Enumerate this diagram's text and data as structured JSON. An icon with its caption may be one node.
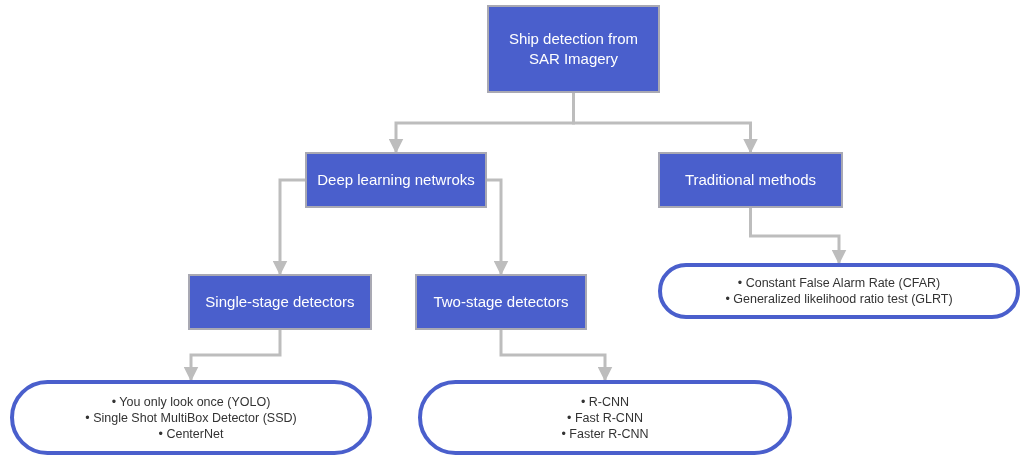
{
  "diagram": {
    "nodes": [
      {
        "text": [
          "Ship detection from SAR Imagery"
        ]
      },
      {
        "text": [
          "Deep learning netwroks"
        ]
      },
      {
        "text": [
          "Traditional methods"
        ]
      },
      {
        "text": [
          "• Constant False Alarm Rate (CFAR)",
          "• Generalized likelihood ratio test (GLRT)"
        ]
      },
      {
        "text": [
          "Single-stage detectors"
        ]
      },
      {
        "text": [
          "Two-stage detectors"
        ]
      },
      {
        "text": [
          "• You only look once (YOLO)",
          "• Single Shot MultiBox Detector (SSD)",
          "• CenterNet"
        ]
      },
      {
        "text": [
          "• R-CNN",
          "• Fast R-CNN",
          "• Faster R-CNN"
        ]
      }
    ],
    "edges": [
      {
        "from": 0,
        "to": 1,
        "arrow": "to"
      },
      {
        "from": 0,
        "to": 2,
        "arrow": "to"
      },
      {
        "from": 1,
        "to": 4,
        "arrow": "to"
      },
      {
        "from": 1,
        "to": 5,
        "arrow": "to"
      },
      {
        "from": 2,
        "to": 3,
        "arrow": "to"
      },
      {
        "from": 4,
        "to": 6,
        "arrow": "to"
      },
      {
        "from": 5,
        "to": 7,
        "arrow": "to"
      }
    ]
  }
}
